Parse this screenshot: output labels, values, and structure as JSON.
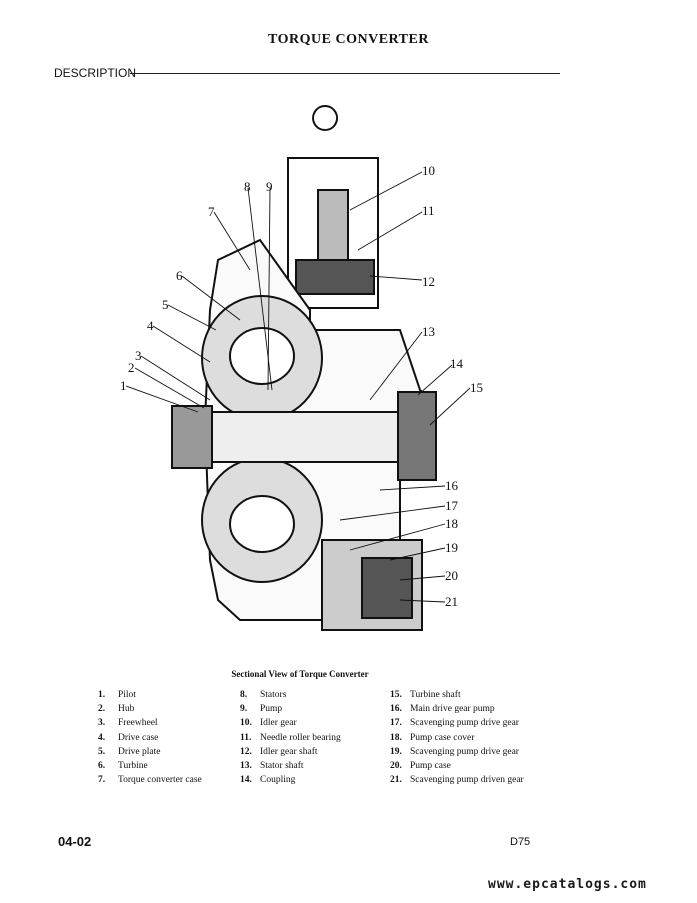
{
  "page": {
    "title": "TORQUE CONVERTER",
    "section": "DESCRIPTION",
    "caption": "Sectional View of Torque Converter",
    "page_number": "04-02",
    "model": "D75",
    "watermark": "www.epcatalogs.com"
  },
  "callouts": [
    "1",
    "2",
    "3",
    "4",
    "5",
    "6",
    "7",
    "8",
    "9",
    "10",
    "11",
    "12",
    "13",
    "14",
    "15",
    "16",
    "17",
    "18",
    "19",
    "20",
    "21"
  ],
  "legend": {
    "col1": [
      {
        "num": "1.",
        "label": "Pilot"
      },
      {
        "num": "2.",
        "label": "Hub"
      },
      {
        "num": "3.",
        "label": "Freewheel"
      },
      {
        "num": "4.",
        "label": "Drive case"
      },
      {
        "num": "5.",
        "label": "Drive plate"
      },
      {
        "num": "6.",
        "label": "Turbine"
      },
      {
        "num": "7.",
        "label": "Torque converter case"
      }
    ],
    "col2": [
      {
        "num": "8.",
        "label": "Stators"
      },
      {
        "num": "9.",
        "label": "Pump"
      },
      {
        "num": "10.",
        "label": "Idler gear"
      },
      {
        "num": "11.",
        "label": "Needle roller bearing"
      },
      {
        "num": "12.",
        "label": "Idler gear shaft"
      },
      {
        "num": "13.",
        "label": "Stator shaft"
      },
      {
        "num": "14.",
        "label": "Coupling"
      }
    ],
    "col3": [
      {
        "num": "15.",
        "label": "Turbine shaft"
      },
      {
        "num": "16.",
        "label": "Main drive gear pump"
      },
      {
        "num": "17.",
        "label": "Scavenging pump drive gear"
      },
      {
        "num": "18.",
        "label": "Pump case cover"
      },
      {
        "num": "19.",
        "label": "Scavenging pump drive gear"
      },
      {
        "num": "20.",
        "label": "Pump case"
      },
      {
        "num": "21.",
        "label": "Scavenging pump driven gear"
      }
    ]
  }
}
